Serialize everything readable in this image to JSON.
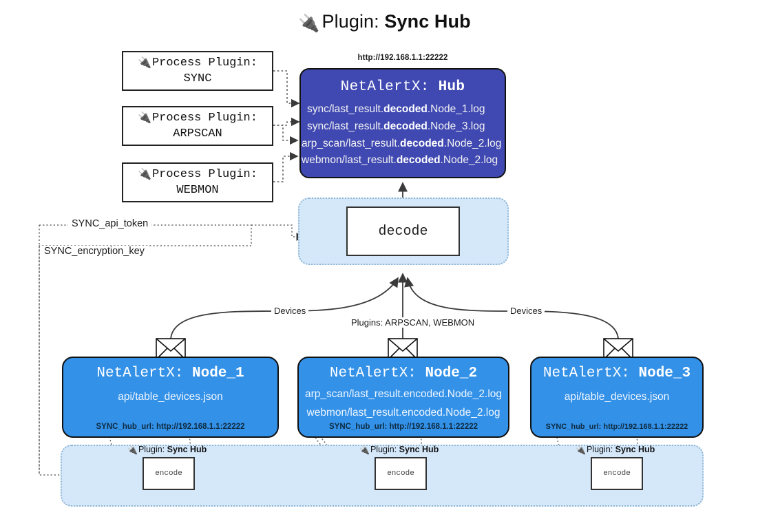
{
  "title": {
    "plug_icon": "plug-icon",
    "prefix": "Plugin: ",
    "name": "Sync Hub"
  },
  "process_plugins": [
    {
      "line1": "Process Plugin:",
      "line2": "SYNC"
    },
    {
      "line1": "Process Plugin:",
      "line2": "ARPSCAN"
    },
    {
      "line1": "Process Plugin:",
      "line2": "WEBMON"
    }
  ],
  "hub": {
    "url_label": "http://192.168.1.1:22222",
    "title_prefix": "NetAlertX: ",
    "title_name": "Hub",
    "lines": [
      {
        "pre": "sync/last_result.",
        "bold": "decoded",
        "post": ".Node_1.log"
      },
      {
        "pre": "sync/last_result.",
        "bold": "decoded",
        "post": ".Node_3.log"
      },
      {
        "pre": "arp_scan/last_result.",
        "bold": "decoded",
        "post": ".Node_2.log"
      },
      {
        "pre": "webmon/last_result.",
        "bold": "decoded",
        "post": ".Node_2.log"
      }
    ]
  },
  "decode": {
    "label": "decode"
  },
  "settings": {
    "api_token": "SYNC_api_token",
    "encryption_key": "SYNC_encryption_key"
  },
  "edges": {
    "devices_left": "Devices",
    "devices_right": "Devices",
    "plugins_mid": "Plugins: ARPSCAN, WEBMON"
  },
  "nodes": [
    {
      "title_prefix": "NetAlertX: ",
      "title_name": "Node_1",
      "logs": [
        "api/table_devices.json"
      ],
      "hub_url": "SYNC_hub_url: http://192.168.1.1:22222",
      "plugin_caption_prefix": "Plugin: ",
      "plugin_caption_name": "Sync Hub",
      "encode_label": "encode"
    },
    {
      "title_prefix": "NetAlertX: ",
      "title_name": "Node_2",
      "logs": [
        "arp_scan/last_result.encoded.Node_2.log",
        "webmon/last_result.encoded.Node_2.log"
      ],
      "hub_url": "SYNC_hub_url: http://192.168.1.1:22222",
      "plugin_caption_prefix": "Plugin: ",
      "plugin_caption_name": "Sync Hub",
      "encode_label": "encode"
    },
    {
      "title_prefix": "NetAlertX: ",
      "title_name": "Node_3",
      "logs": [
        "api/table_devices.json"
      ],
      "hub_url": "SYNC_hub_url: http://192.168.1.1:22222",
      "plugin_caption_prefix": "Plugin: ",
      "plugin_caption_name": "Sync Hub",
      "encode_label": "encode"
    }
  ],
  "colors": {
    "hub_fill": "#4049b2",
    "node_fill": "#3391e8",
    "pane_fill": "#d5e8fa",
    "pane_border": "#8fb6d4",
    "stroke": "#333333"
  }
}
